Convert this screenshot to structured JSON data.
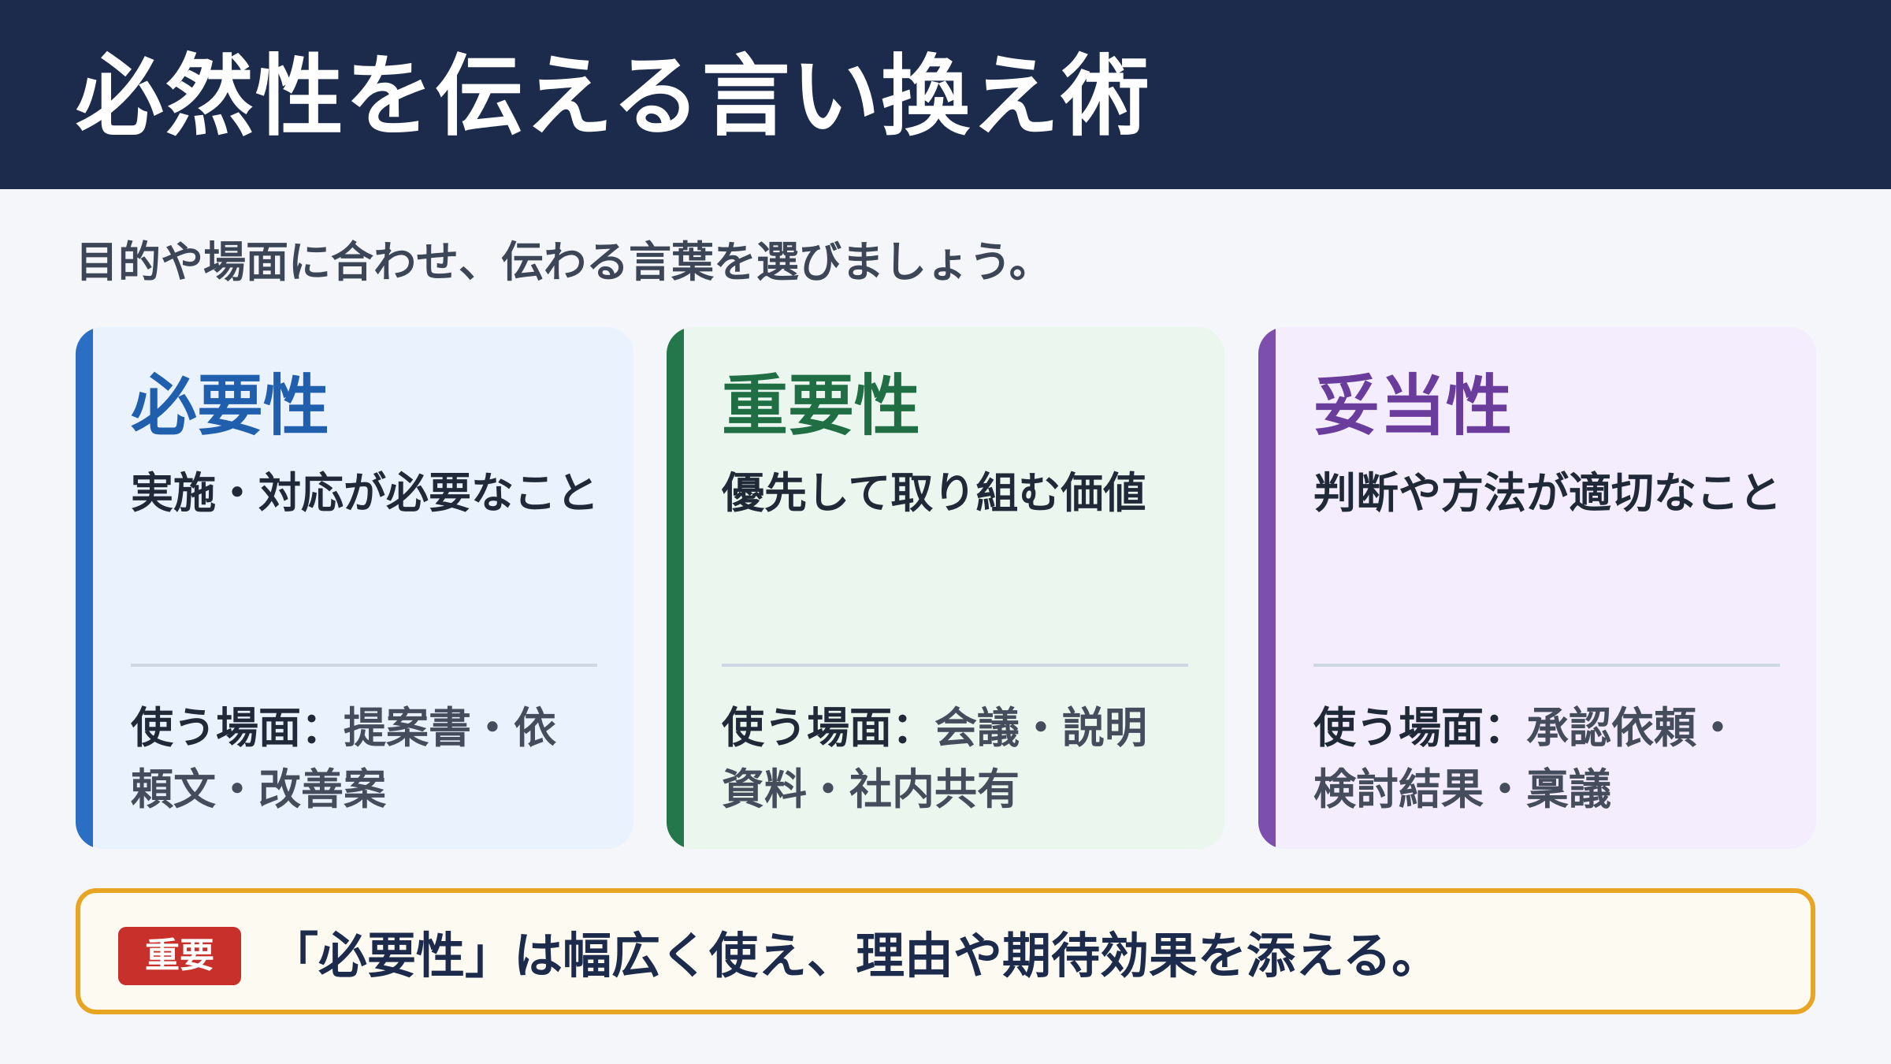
{
  "header": {
    "title": "必然性を伝える言い換え術"
  },
  "subtitle": "目的や場面に合わせ、伝わる言葉を選びましょう。",
  "cards": [
    {
      "title": "必要性",
      "description": "実施・対応が必要なこと",
      "usage_label": "使う場面：",
      "usage_value": "提案書・依頼文・改善案"
    },
    {
      "title": "重要性",
      "description": "優先して取り組む価値",
      "usage_label": "使う場面：",
      "usage_value": "会議・説明資料・社内共有"
    },
    {
      "title": "妥当性",
      "description": "判断や方法が適切なこと",
      "usage_label": "使う場面：",
      "usage_value": "承認依頼・検討結果・稟議"
    }
  ],
  "note": {
    "badge": "重要",
    "text": "「必要性」は幅広く使え、理由や期待効果を添える。"
  },
  "colors": {
    "header_bg": "#1c2b4b",
    "card1_accent": "#2a6fc4",
    "card2_accent": "#23774a",
    "card3_accent": "#7c4fae",
    "note_border": "#e8a524",
    "badge_bg": "#c8302b"
  }
}
